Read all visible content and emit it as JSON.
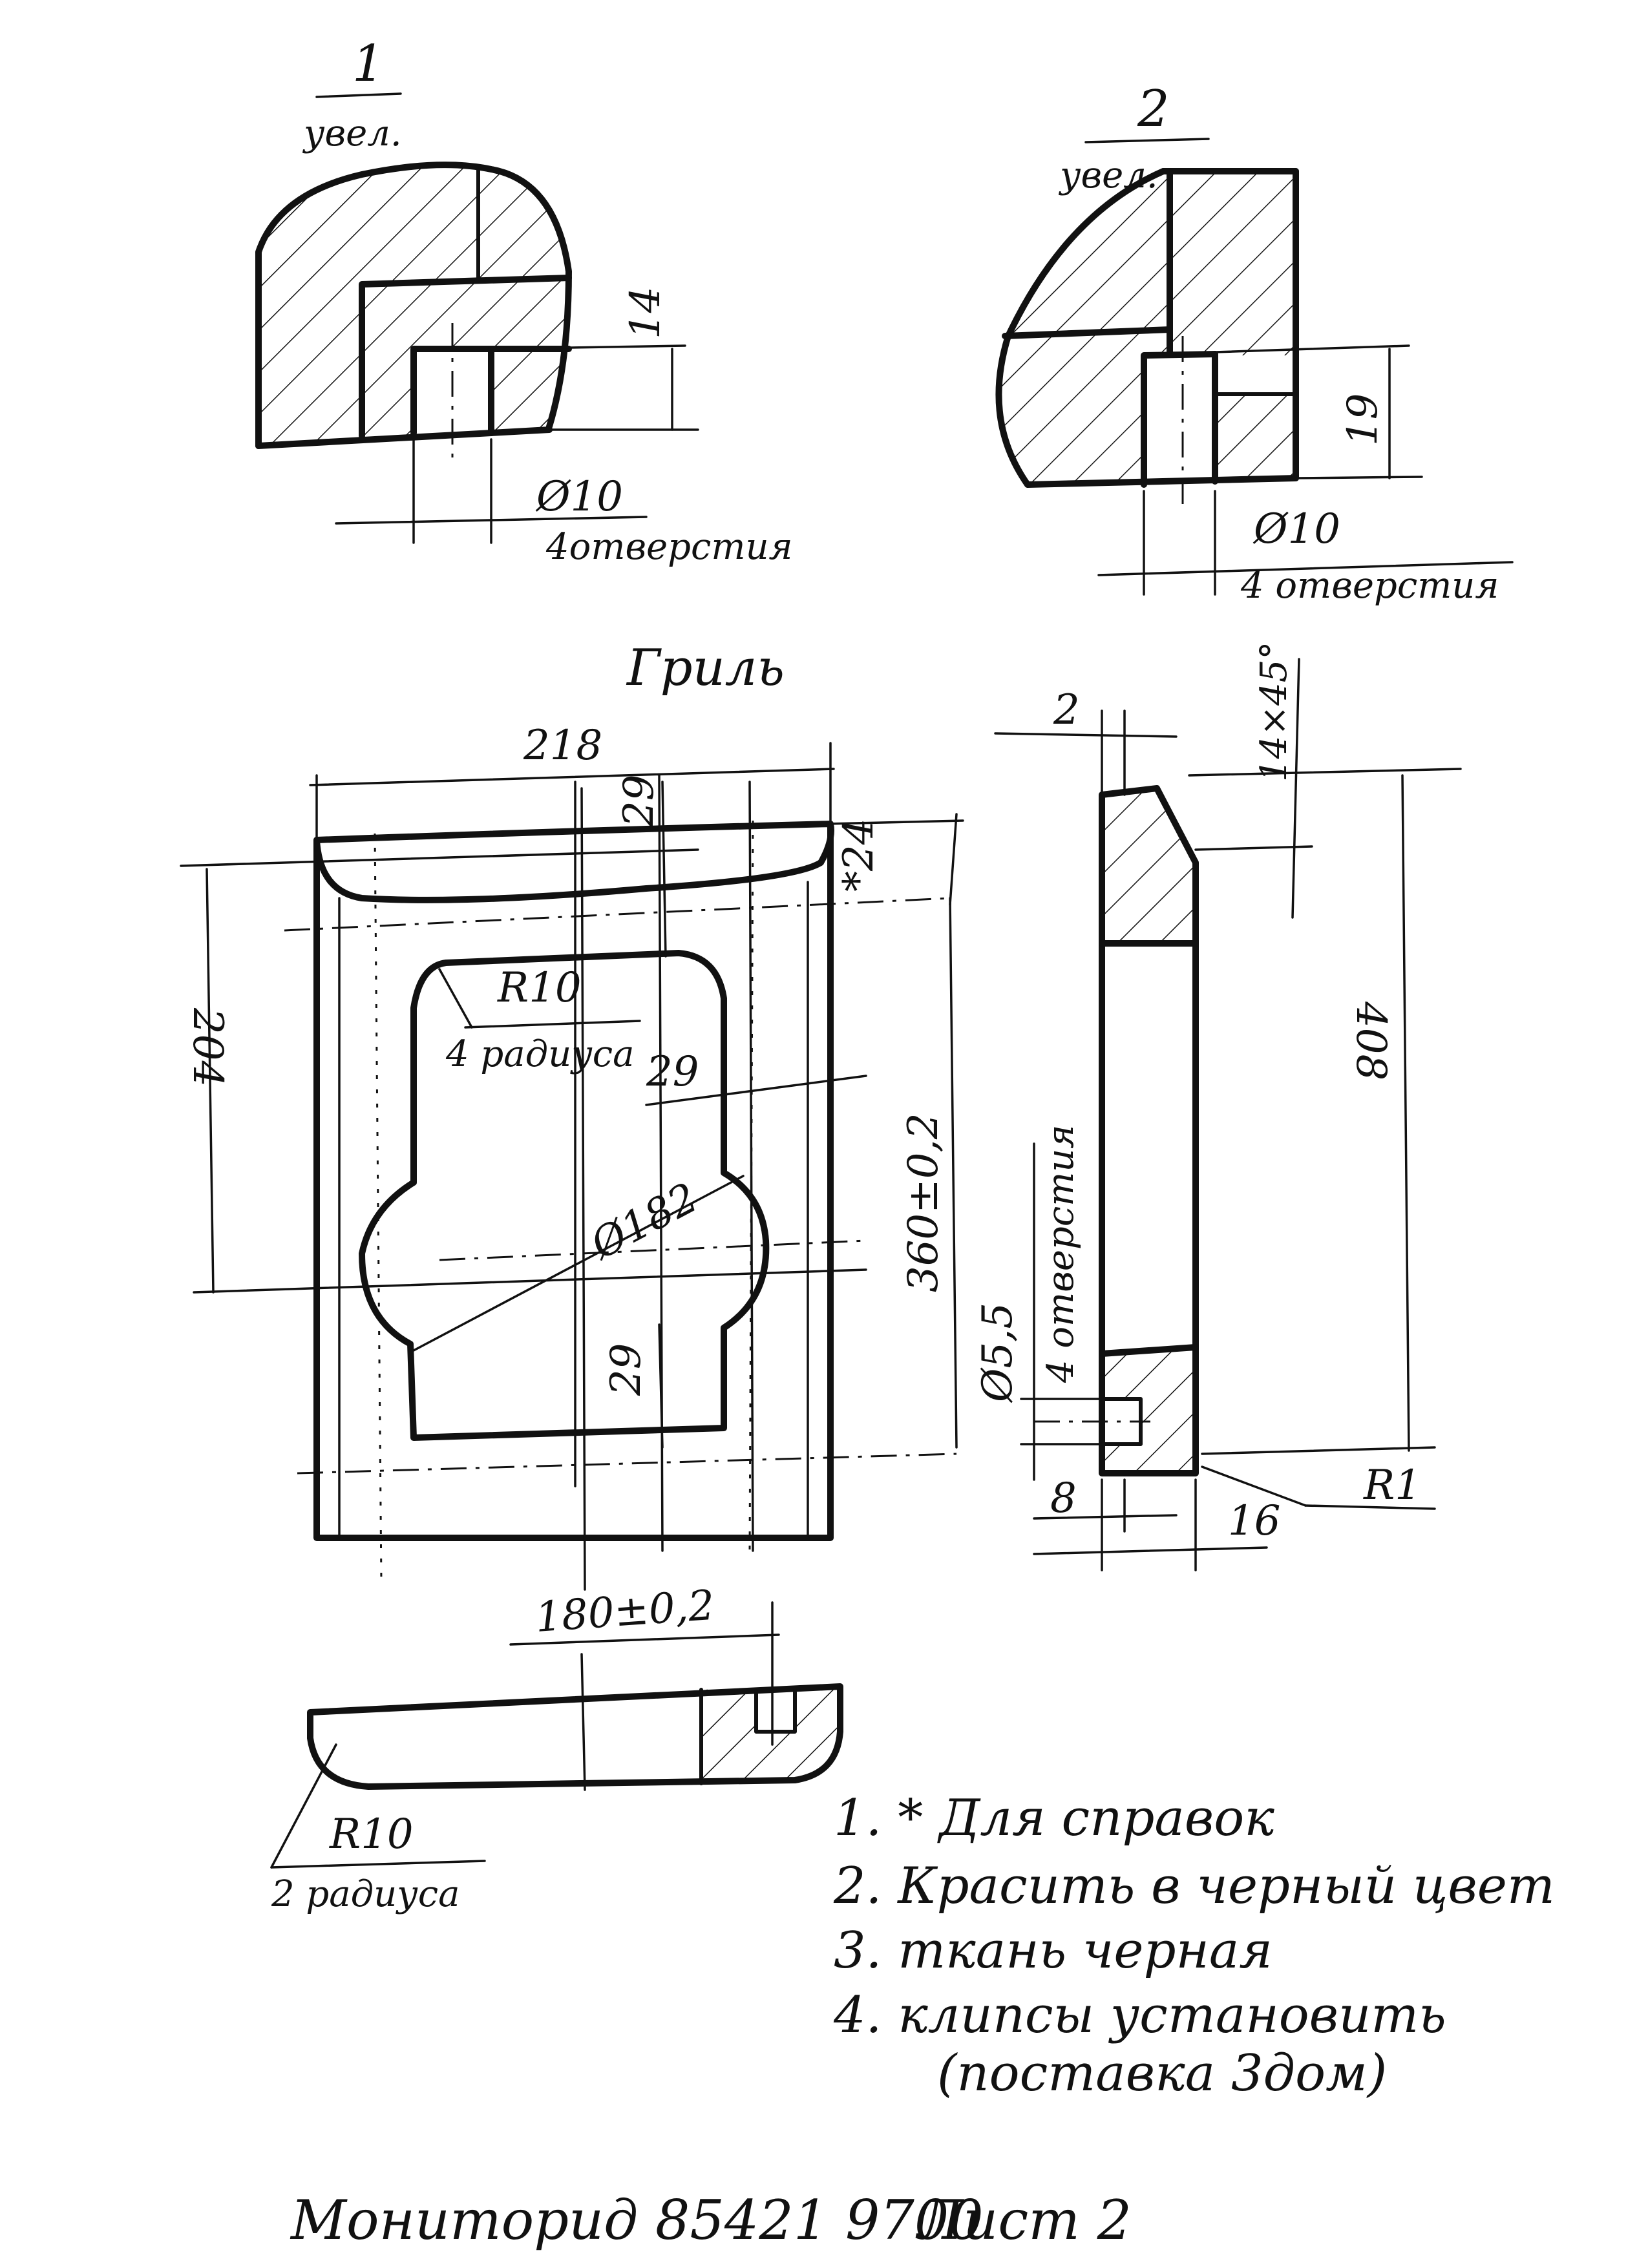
{
  "detail1": {
    "number": "1",
    "scale": "увел.",
    "dim_depth": "14",
    "dim_hole": "Ø10",
    "holes": "4отверстия"
  },
  "detail2": {
    "number": "2",
    "scale": "увел.",
    "dim_depth": "19",
    "dim_hole": "Ø10",
    "holes": "4 отверстия"
  },
  "front_view": {
    "title": "Гриль",
    "dim_width": "218",
    "dim_top_offset": "29",
    "dim_star": "*24",
    "dim_height_left": "204",
    "dim_height_right": "360±0,2",
    "dim_radius": "R10",
    "radius_count": "4 радиуса",
    "dim_side_offset": "29",
    "dim_circle": "Ø182",
    "dim_bottom_offset": "29"
  },
  "side_view": {
    "dim_thickness_top": "2",
    "dim_chamfer": "14×45°",
    "dim_height": "408",
    "dim_small_hole": "Ø5,5",
    "small_hole_count": "4 отверстия",
    "dim_radius": "R1",
    "dim_left": "8",
    "dim_right": "16"
  },
  "bottom_view": {
    "dim_length": "180±0,2",
    "dim_radius": "R10",
    "radius_count": "2 радиуса"
  },
  "notes": [
    "1. * Для справок",
    "2. Красить в черный цвет",
    "3. ткань черная",
    "4. клипсы установить",
    "(поставка 3дом)"
  ],
  "footer": {
    "title": "Мониторид 85421 9700",
    "sheet": "Лист 2"
  }
}
